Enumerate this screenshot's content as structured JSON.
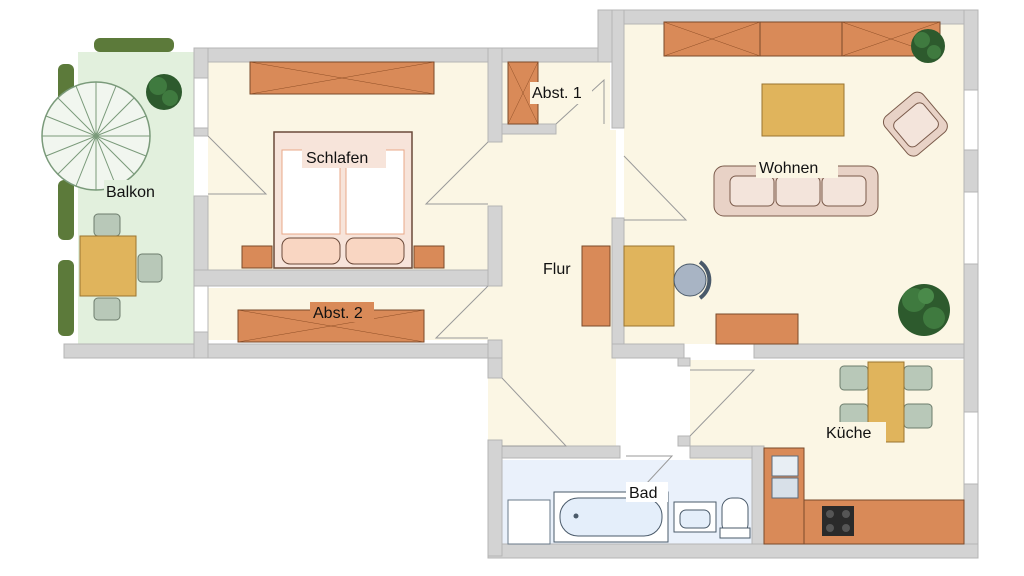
{
  "plan": {
    "rooms": [
      {
        "id": "balkon",
        "label": "Balkon"
      },
      {
        "id": "schlafen",
        "label": "Schlafen"
      },
      {
        "id": "abst1",
        "label": "Abst. 1"
      },
      {
        "id": "abst2",
        "label": "Abst. 2"
      },
      {
        "id": "flur",
        "label": "Flur"
      },
      {
        "id": "wohnen",
        "label": "Wohnen"
      },
      {
        "id": "kueche",
        "label": "Küche"
      },
      {
        "id": "bad",
        "label": "Bad"
      }
    ],
    "colors": {
      "floor": "#fbf6e4",
      "balcony": "#e2f0dd",
      "wall": "#d3d3d3",
      "cabinet": "#d98a58",
      "table": "#e0b45c",
      "bath": "#e4eefa",
      "plant": "#2f6a2f"
    }
  }
}
